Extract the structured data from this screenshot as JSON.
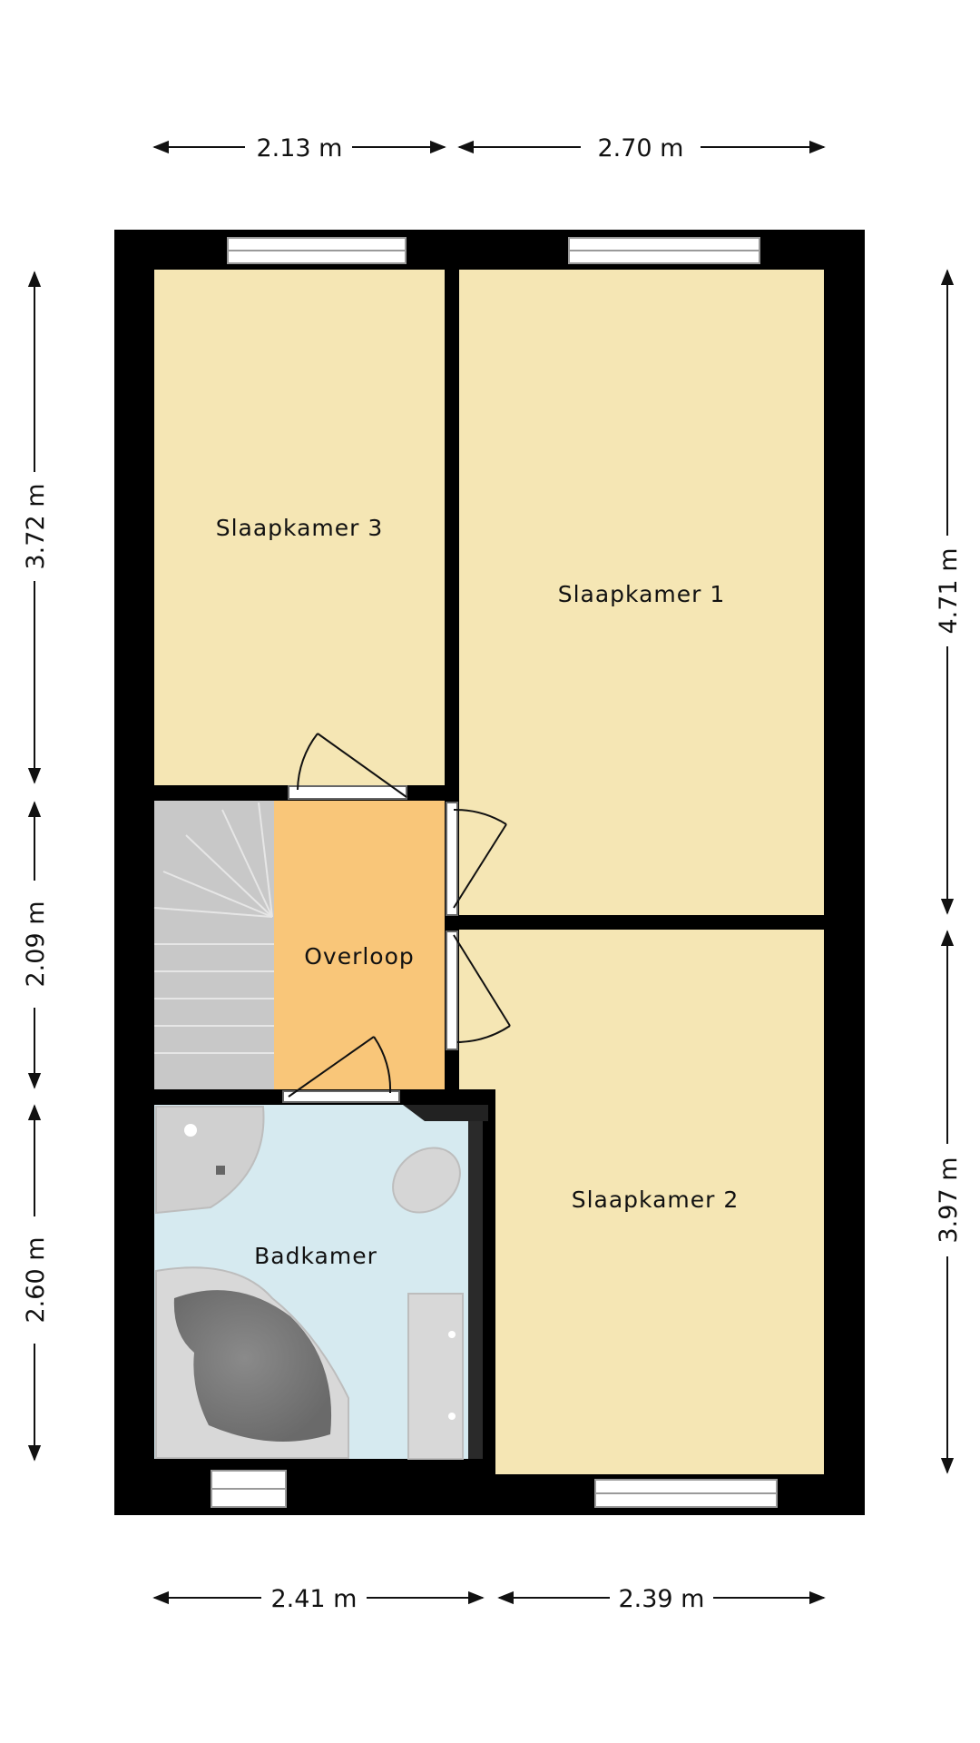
{
  "colors": {
    "wall": "#000000",
    "bedroom": "#f5e6b4",
    "landing": "#f9c679",
    "bathroom": "#d6eaf0",
    "stairs": "#c8c8c8",
    "fixture": "#d4d4d4",
    "dimension": "#111111"
  },
  "rooms": {
    "bedroom3": "Slaapkamer 3",
    "bedroom1": "Slaapkamer 1",
    "bedroom2": "Slaapkamer 2",
    "landing": "Overloop",
    "bathroom": "Badkamer"
  },
  "dimensions": {
    "top_left": "2.13 m",
    "top_right": "2.70 m",
    "bottom_left": "2.41 m",
    "bottom_right": "2.39 m",
    "left_top": "3.72 m",
    "left_middle": "2.09 m",
    "left_bottom": "2.60 m",
    "right_top": "4.71 m",
    "right_bottom": "3.97 m"
  },
  "icons": [
    "window-icon",
    "door-swing-icon",
    "staircase-icon",
    "shower-icon",
    "toilet-icon",
    "bathtub-icon",
    "sink-icon"
  ]
}
